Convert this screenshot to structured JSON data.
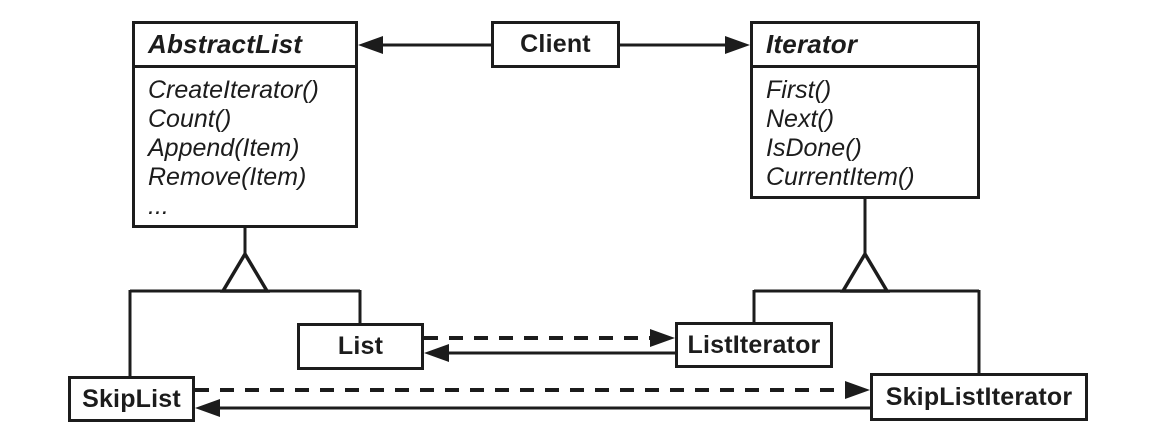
{
  "diagram": {
    "kind": "uml-class-diagram",
    "classes": {
      "client": {
        "name": "Client"
      },
      "abstract_list": {
        "name": "AbstractList",
        "methods": [
          "CreateIterator()",
          "Count()",
          "Append(Item)",
          "Remove(Item)",
          "..."
        ]
      },
      "iterator": {
        "name": "Iterator",
        "methods": [
          "First()",
          "Next()",
          "IsDone()",
          "CurrentItem()"
        ]
      },
      "list": {
        "name": "List"
      },
      "list_iterator": {
        "name": "ListIterator"
      },
      "skip_list": {
        "name": "SkipList"
      },
      "skip_list_iterator": {
        "name": "SkipListIterator"
      }
    },
    "relationships": [
      {
        "from": "Client",
        "to": "AbstractList",
        "type": "association-arrow"
      },
      {
        "from": "Client",
        "to": "Iterator",
        "type": "association-arrow"
      },
      {
        "from": "List",
        "to": "AbstractList",
        "type": "inheritance"
      },
      {
        "from": "SkipList",
        "to": "AbstractList",
        "type": "inheritance"
      },
      {
        "from": "ListIterator",
        "to": "Iterator",
        "type": "inheritance"
      },
      {
        "from": "SkipListIterator",
        "to": "Iterator",
        "type": "inheritance"
      },
      {
        "from": "List",
        "to": "ListIterator",
        "type": "dashed-creates-arrow"
      },
      {
        "from": "ListIterator",
        "to": "List",
        "type": "association-arrow"
      },
      {
        "from": "SkipList",
        "to": "SkipListIterator",
        "type": "dashed-creates-arrow"
      },
      {
        "from": "SkipListIterator",
        "to": "SkipList",
        "type": "association-arrow"
      }
    ],
    "colors": {
      "line": "#1c1c1c",
      "background": "#ffffff",
      "box_fill": "#ffffff"
    }
  }
}
